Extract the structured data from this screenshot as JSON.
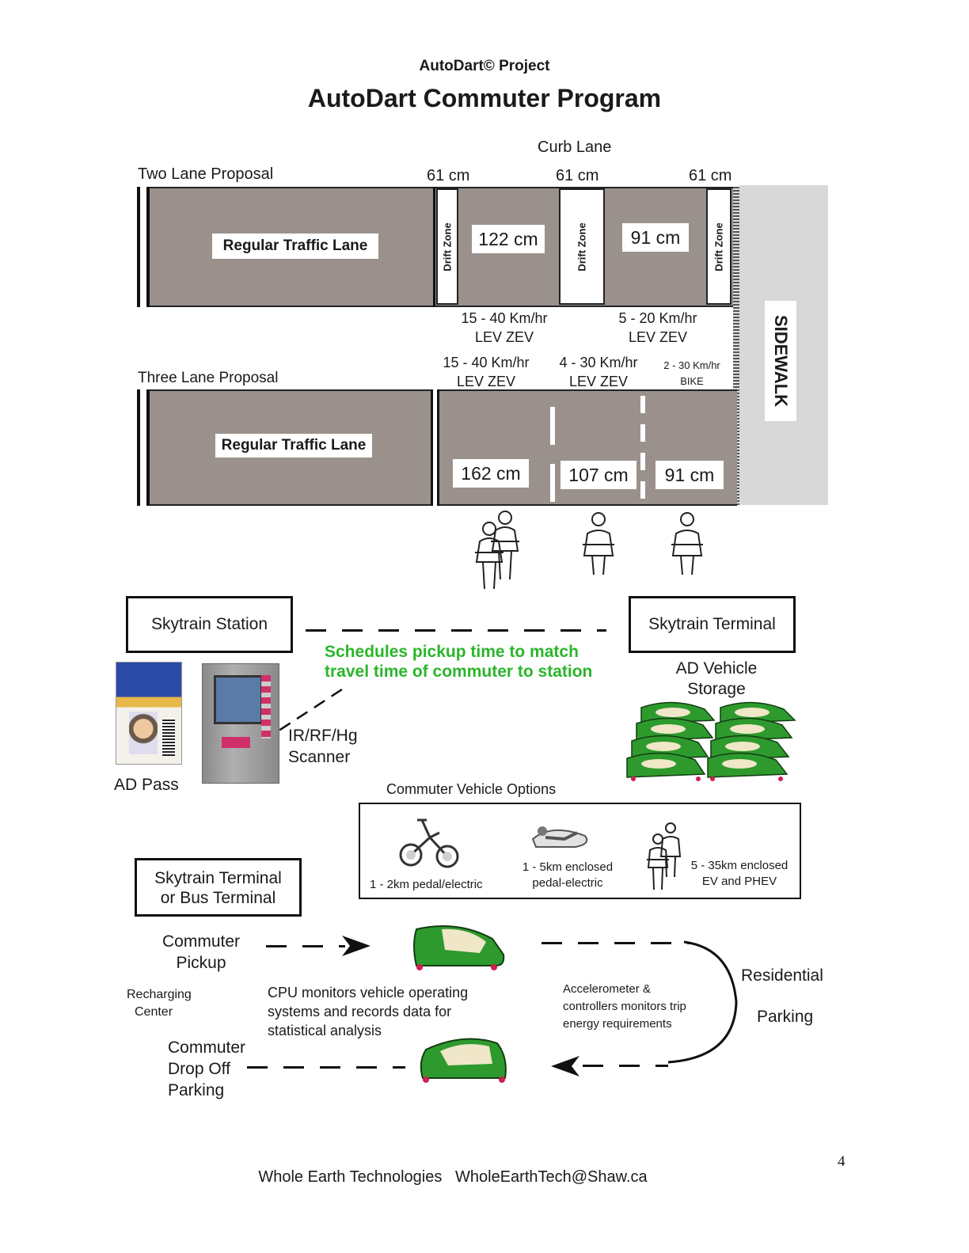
{
  "header": {
    "project": "AutoDart© Project",
    "title": "AutoDart Commuter Program"
  },
  "two_lane": {
    "label": "Two Lane Proposal",
    "curb_label": "Curb Lane",
    "widths": [
      "61 cm",
      "61 cm",
      "61 cm"
    ],
    "regular_lane": "Regular Traffic Lane",
    "drift_zone": "Drift Zone",
    "lane_widths": [
      "122 cm",
      "91 cm"
    ],
    "speeds": [
      {
        "speed": "15 - 40 Km/hr",
        "type": "LEV ZEV"
      },
      {
        "speed": "5 - 20 Km/hr",
        "type": "LEV ZEV"
      }
    ]
  },
  "three_lane": {
    "label": "Three Lane Proposal",
    "regular_lane": "Regular Traffic Lane",
    "speeds": [
      {
        "speed": "15 - 40 Km/hr",
        "type": "LEV ZEV"
      },
      {
        "speed": "4 - 30 Km/hr",
        "type": "LEV ZEV"
      },
      {
        "speed": "2 - 30 Km/hr",
        "type": "BIKE"
      }
    ],
    "lane_widths": [
      "162 cm",
      "107 cm",
      "91 cm"
    ]
  },
  "sidewalk": "SIDEWALK",
  "skytrain_station": "Skytrain Station",
  "skytrain_terminal": "Skytrain Terminal",
  "schedule_note_1": "Schedules pickup time to match",
  "schedule_note_2": "travel time of commuter to station",
  "storage_1": "AD Vehicle",
  "storage_2": "Storage",
  "scanner_1": "IR/RF/Hg",
  "scanner_2": "Scanner",
  "ad_pass": "AD Pass",
  "options": {
    "title": "Commuter Vehicle Options",
    "bike": "1 - 2km pedal/electric",
    "enclosed_1": "1 - 5km enclosed",
    "enclosed_2": "pedal-electric",
    "ev_1": "5 - 35km enclosed",
    "ev_2": "EV and PHEV"
  },
  "terminal_bus_1": "Skytrain Terminal",
  "terminal_bus_2": "or Bus Terminal",
  "pickup_1": "Commuter",
  "pickup_2": "Pickup",
  "recharge_1": "Recharging",
  "recharge_2": "Center",
  "cpu_1": "CPU monitors vehicle operating",
  "cpu_2": "systems and records data for",
  "cpu_3": "statistical analysis",
  "accel_1": "Accelerometer &",
  "accel_2": "controllers monitors trip",
  "accel_3": "energy requirements",
  "residential": "Residential",
  "parking": "Parking",
  "dropoff_1": "Commuter",
  "dropoff_2": "Drop Off",
  "dropoff_3": "Parking",
  "footer": "Whole Earth Technologies   WholeEarthTech@Shaw.ca",
  "page_number": "4",
  "colors": {
    "lane": "#9a918c",
    "sidewalk": "#d8d8d8",
    "note_green": "#2bb52b",
    "vehicle_green": "#2e9a2e"
  }
}
